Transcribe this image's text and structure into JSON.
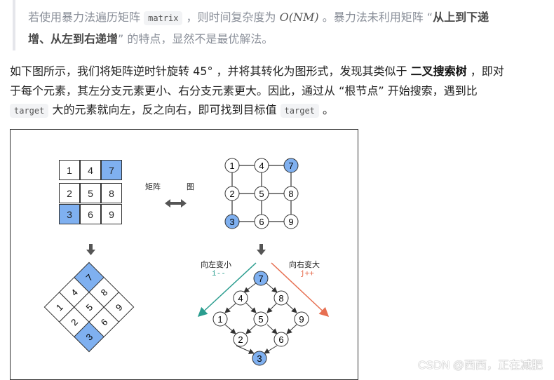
{
  "quote": {
    "l1_a": "若使用暴力法遍历矩阵 ",
    "l1_code": "matrix",
    "l1_b": " ，则时间复杂度为 ",
    "l1_math": "O(NM)",
    "l1_c": " 。暴力法未利用矩阵 “",
    "l1_bold": "从上到下递",
    "l2_bold": "增、从左到右递增",
    "l2_a": "” 的特点，显然不是最优解法。"
  },
  "para": {
    "p1_a": "如下图所示，我们将矩阵逆时针旋转 45° ，并将其转化为图形式，发现其类似于 ",
    "p1_bold": "二叉搜索树",
    "p1_b": " ，即对",
    "p2": "于每个元素，其左分支元素更小、右分支元素更大。因此，通过从 “根节点” 开始搜索，遇到比",
    "p3_code1": "target",
    "p3_a": " 大的元素就向左，反之向右，即可找到目标值 ",
    "p3_code2": "target",
    "p3_b": " 。"
  },
  "figure": {
    "matrix": [
      [
        "1",
        "4",
        "7"
      ],
      [
        "2",
        "5",
        "8"
      ],
      [
        "3",
        "6",
        "9"
      ]
    ],
    "highlight_color": "#7fb0f0",
    "label_matrix": "矩阵",
    "label_graph": "图",
    "label_left": "向左变小",
    "label_left_code": "i--",
    "label_right": "向右变大",
    "label_right_code": "j++",
    "left_arrow_color": "#2a9d8f",
    "right_arrow_color": "#e76f51"
  },
  "watermark": "CSDN @西西，正在减肥"
}
